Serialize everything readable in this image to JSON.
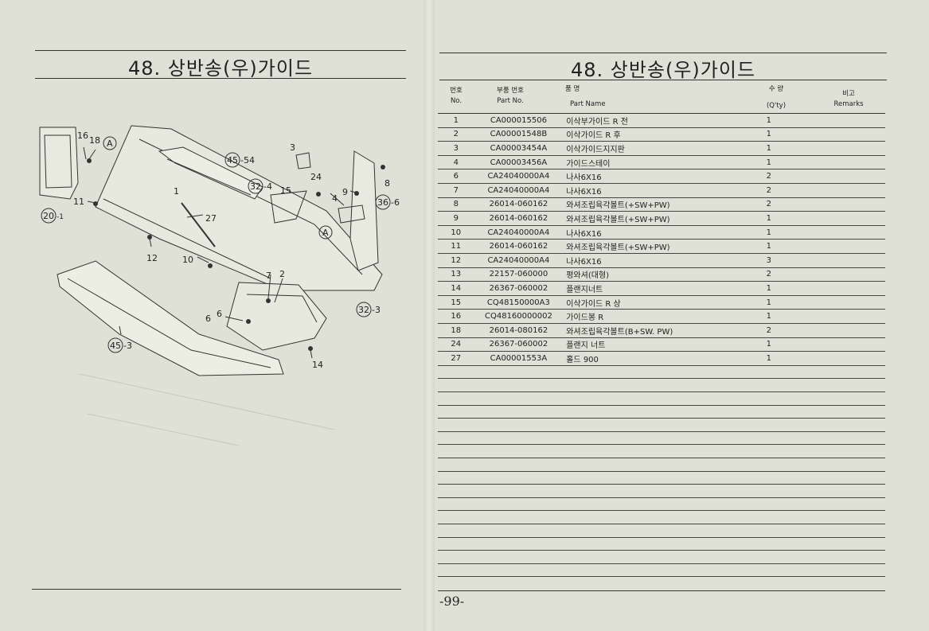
{
  "left_page": {
    "title": "48. 상반송(우)가이드"
  },
  "right_page": {
    "title": "48. 상반송(우)가이드",
    "page_number": "-99-"
  },
  "table_headers": {
    "no_ko": "번호",
    "no_en": "No.",
    "part_ko": "부품 번호",
    "part_en": "Part  No.",
    "name_ko": "품          명",
    "name_en": "Part          Name",
    "qty_ko": "수   량",
    "qty_en": "(Q'ty)",
    "rem_ko": "비고",
    "rem_en": "Remarks"
  },
  "parts": [
    {
      "no": "1",
      "part": "CA000015506",
      "name": "이삭부가이드 R 전",
      "qty": "1"
    },
    {
      "no": "2",
      "part": "CA00001548B",
      "name": "이삭가이드 R 후",
      "qty": "1"
    },
    {
      "no": "3",
      "part": "CA00003454A",
      "name": "이삭가이드지지판",
      "qty": "1"
    },
    {
      "no": "4",
      "part": "CA00003456A",
      "name": "가이드스테이",
      "qty": "1"
    },
    {
      "no": "6",
      "part": "CA24040000A4",
      "name": "나사6X16",
      "qty": "2"
    },
    {
      "no": "7",
      "part": "CA24040000A4",
      "name": "나사6X16",
      "qty": "2"
    },
    {
      "no": "8",
      "part": "26014-060162",
      "name": "와셔조립육각볼트(+SW+PW)",
      "qty": "2"
    },
    {
      "no": "9",
      "part": "26014-060162",
      "name": "와셔조립육각볼트(+SW+PW)",
      "qty": "1"
    },
    {
      "no": "10",
      "part": "CA24040000A4",
      "name": "나사6X16",
      "qty": "1"
    },
    {
      "no": "11",
      "part": "26014-060162",
      "name": "와셔조립육각볼트(+SW+PW)",
      "qty": "1"
    },
    {
      "no": "12",
      "part": "CA24040000A4",
      "name": "나사6X16",
      "qty": "3"
    },
    {
      "no": "13",
      "part": "22157-060000",
      "name": "평와셔(대형)",
      "qty": "2"
    },
    {
      "no": "14",
      "part": "26367-060002",
      "name": "플랜지너트",
      "qty": "1"
    },
    {
      "no": "15",
      "part": "CQ48150000A3",
      "name": "이삭가이드 R 상",
      "qty": "1"
    },
    {
      "no": "16",
      "part": "CQ48160000002",
      "name": "가이드봉 R",
      "qty": "1"
    },
    {
      "no": "18",
      "part": "26014-080162",
      "name": "와셔조립육각볼트(B+SW. PW)",
      "qty": "2"
    },
    {
      "no": "24",
      "part": "26367-060002",
      "name": "플랜지 너트",
      "qty": "1"
    },
    {
      "no": "27",
      "part": "CA00001553A",
      "name": "홀드 900",
      "qty": "1"
    }
  ],
  "diagram_labels": {
    "l1": "1",
    "l2": "2",
    "l3": "3",
    "l4": "4",
    "l6": "6",
    "l7": "7",
    "l8": "8",
    "l9": "9",
    "l10": "10",
    "l11": "11",
    "l12": "12",
    "l14": "14",
    "l15": "15",
    "l16": "16",
    "l18": "18",
    "l24": "24",
    "l27": "27",
    "c20": "20",
    "c20s": "-1",
    "c45a": "45",
    "c45as": "-54",
    "c32a": "32",
    "c32as": "-4",
    "c36": "36",
    "c36s": "-6",
    "c32b": "32",
    "c32bs": "-3",
    "c45b": "45",
    "c45bs": "-3",
    "A": "A"
  }
}
